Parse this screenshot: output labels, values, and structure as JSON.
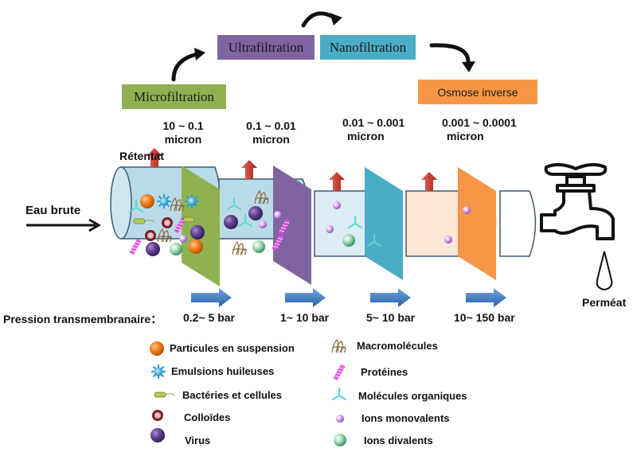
{
  "process_boxes": [
    {
      "label": "Microfiltration",
      "color": "#8fb151"
    },
    {
      "label": "Ultrafiltration",
      "color": "#8064a2"
    },
    {
      "label": "Nanofiltration",
      "color": "#4bacc6"
    },
    {
      "label": "Osmose inverse",
      "color": "#f79646"
    }
  ],
  "pore_sizes": [
    {
      "range": "10 ~ 0.1",
      "unit": "micron"
    },
    {
      "range": "0.1 ~ 0.01",
      "unit": "micron"
    },
    {
      "range": "0.01 ~ 0.001",
      "unit": "micron"
    },
    {
      "range": "0.001 ~ 0.0001",
      "unit": "micron"
    }
  ],
  "labels": {
    "retentate": "Rétentat",
    "raw_water": "Eau brute",
    "permeate": "Perméat",
    "pressure_title": "Pression transmembranaire："
  },
  "pressures": [
    "0.2~ 5 bar",
    "1~ 10 bar",
    "5~ 10 bar",
    "10~ 150 bar"
  ],
  "legend_left": [
    {
      "icon": "suspended-particle",
      "label": "Particules en suspension"
    },
    {
      "icon": "oil-emulsion",
      "label": "Emulsions huileuses"
    },
    {
      "icon": "bacteria",
      "label": "Bactéries et cellules"
    },
    {
      "icon": "colloid",
      "label": "Colloïdes"
    },
    {
      "icon": "virus",
      "label": "Virus"
    }
  ],
  "legend_right": [
    {
      "icon": "macromolecule",
      "label": "Macromolécules"
    },
    {
      "icon": "protein",
      "label": "Protéines"
    },
    {
      "icon": "organic-molecule",
      "label": "Molécules organiques"
    },
    {
      "icon": "monovalent-ion",
      "label": "Ions monovalents"
    },
    {
      "icon": "divalent-ion",
      "label": "Ions divalents"
    }
  ],
  "colors": {
    "tube_blue": "#b9dbe8",
    "tube_light": "#dcecf3",
    "tube_peach": "#fbe6d7",
    "retentate_arrow": "#c0392b",
    "pressure_arrow": "#3f7cc2",
    "outline": "#3c5a74"
  }
}
